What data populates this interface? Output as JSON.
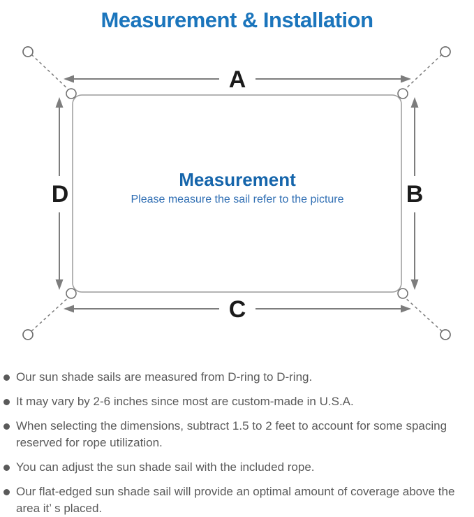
{
  "page": {
    "title": "Measurement & Installation"
  },
  "colors": {
    "title_blue": "#1b75bc",
    "heading_blue": "#1565ab",
    "sub_blue": "#2f6eb3",
    "text_gray": "#5a5a5a",
    "line_gray": "#7d7d7d",
    "label_black": "#1b1b1b",
    "sail_border": "#9c9c9c",
    "ring_gray": "#6e6e6e"
  },
  "diagram": {
    "labels": {
      "top": "A",
      "right": "B",
      "bottom": "C",
      "left": "D"
    },
    "center": {
      "heading": "Measurement",
      "subtext": "Please measure the sail refer to the picture"
    }
  },
  "notes": {
    "items": [
      "Our sun shade sails are measured from D-ring to D-ring.",
      "It may vary by 2-6 inches since most are custom-made in U.S.A.",
      "When selecting the dimensions, subtract 1.5 to 2 feet to account for some spacing reserved for rope utilization.",
      "You can adjust the sun shade sail with the included rope.",
      "Our flat-edged sun shade sail will provide an optimal amount of coverage above the area it’ s placed."
    ]
  }
}
